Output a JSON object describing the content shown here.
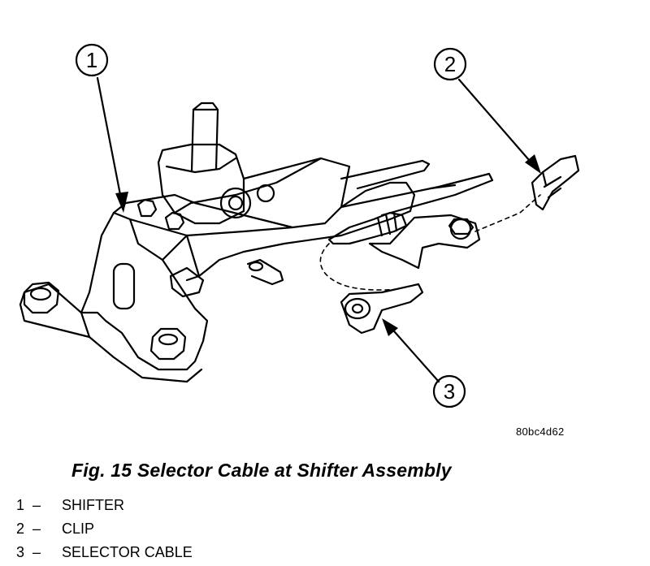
{
  "callouts": [
    {
      "number": "1"
    },
    {
      "number": "2"
    },
    {
      "number": "3"
    }
  ],
  "figure_code": "80bc4d62",
  "caption": "Fig. 15 Selector Cable at Shifter Assembly",
  "legend": [
    {
      "number": "1",
      "dash": "–",
      "label": "SHIFTER"
    },
    {
      "number": "2",
      "dash": "–",
      "label": "CLIP"
    },
    {
      "number": "3",
      "dash": "–",
      "label": "SELECTOR CABLE"
    }
  ]
}
